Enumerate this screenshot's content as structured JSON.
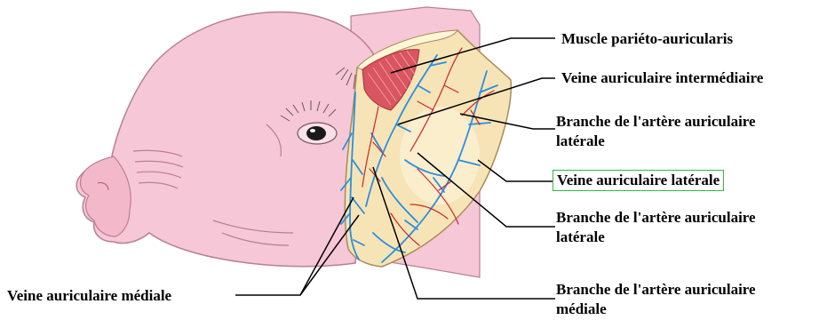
{
  "diagram": {
    "labels": {
      "muscle_parieto_auricularis": "Muscle pariéto-auricularis",
      "veine_aur_intermediaire": "Veine auriculaire intermédiaire",
      "branche_laterale_1_line1": "Branche de l'artère auriculaire",
      "branche_laterale_1_line2": "latérale",
      "veine_aur_laterale": "Veine auriculaire latérale",
      "branche_laterale_2_line1": "Branche de l'artère auriculaire",
      "branche_laterale_2_line2": "latérale",
      "branche_mediale_line1": "Branche de l'artère auriculaire",
      "branche_mediale_line2": "médiale",
      "veine_aur_mediale": "Veine auriculaire médiale"
    },
    "colors": {
      "skin": "#f6c7d6",
      "skin_outline": "#b97f93",
      "ear": "#f7e4b6",
      "ear_outline": "#a88c57",
      "muscle": "#d9555f",
      "vein": "#2a8fe0",
      "artery": "#c8262c",
      "highlight_box": "#37b34a",
      "leader_line": "#000000"
    }
  }
}
